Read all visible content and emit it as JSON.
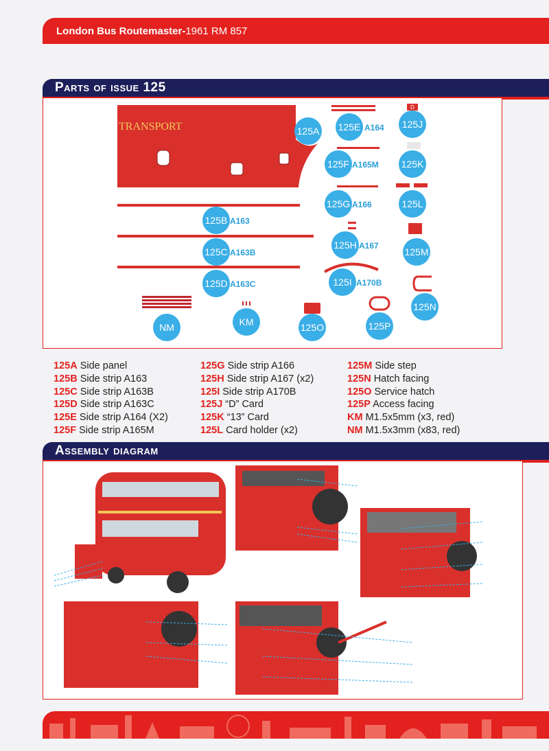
{
  "header": {
    "series_bold": "London Bus Routemaster-",
    "series_rest": "1961 RM 857"
  },
  "parts_section": {
    "title": "Parts of issue 125"
  },
  "assembly_section": {
    "title": "Assembly diagram"
  },
  "panel_text": "TRANSPORT",
  "card_d_text": "D",
  "bubbles": {
    "a": "125A",
    "b": "125B",
    "c": "125C",
    "d": "125D",
    "e": "125E",
    "f": "125F",
    "g": "125G",
    "h": "125H",
    "i": "125I",
    "j": "125J",
    "k": "125K",
    "l": "125L",
    "m": "125M",
    "n": "125N",
    "o": "125O",
    "p": "125P",
    "nm": "NM",
    "km": "KM"
  },
  "refs": {
    "b": "A163",
    "c": "A163B",
    "d": "A163C",
    "e": "A164",
    "f": "A165M",
    "g": "A166",
    "h": "A167",
    "i": "A170B"
  },
  "legend": {
    "col1": [
      {
        "code": "125A",
        "desc": "Side panel"
      },
      {
        "code": "125B",
        "desc": "Side strip A163"
      },
      {
        "code": "125C",
        "desc": "Side strip A163B"
      },
      {
        "code": "125D",
        "desc": "Side strip A163C"
      },
      {
        "code": "125E",
        "desc": "Side strip A164 (X2)"
      },
      {
        "code": "125F",
        "desc": "Side strip A165M"
      }
    ],
    "col2": [
      {
        "code": "125G",
        "desc": "Side strip A166"
      },
      {
        "code": "125H",
        "desc": "Side strip A167 (x2)"
      },
      {
        "code": "125I",
        "desc": "Side strip A170B"
      },
      {
        "code": "125J",
        "desc": "“D” Card"
      },
      {
        "code": "125K",
        "desc": "“13” Card"
      },
      {
        "code": "125L",
        "desc": "Card holder (x2)"
      }
    ],
    "col3": [
      {
        "code": "125M",
        "desc": "Side step"
      },
      {
        "code": "125N",
        "desc": "Hatch facing"
      },
      {
        "code": "125O",
        "desc": "Service hatch"
      },
      {
        "code": "125P",
        "desc": "Access facing"
      },
      {
        "code": "KM",
        "desc": "M1.5x5mm (x3, red)"
      },
      {
        "code": "NM",
        "desc": "M1.5x3mm (x83, red)"
      }
    ]
  },
  "colors": {
    "accent": "#e3211e",
    "navy": "#1d1f5a",
    "bubble": "#3aaee6",
    "part_red": "#d9302c"
  }
}
